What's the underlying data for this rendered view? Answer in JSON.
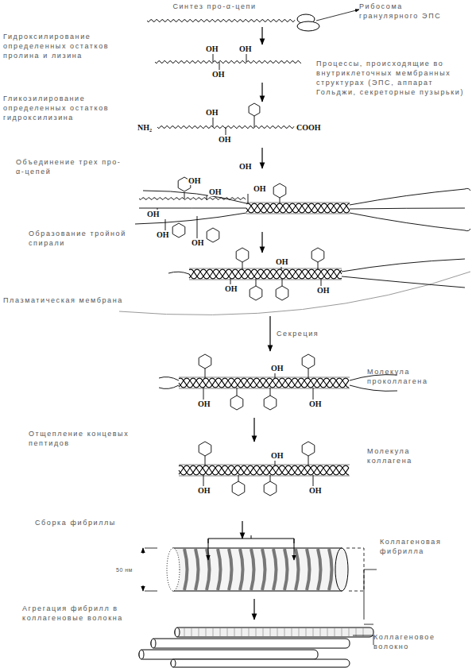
{
  "diagram": {
    "labels": [
      "Синтез про-α-цепи",
      "Рибосома гранулярного ЭПС",
      "Гидроксилирование определенных остатков пролина и лизина",
      "OH",
      "OH",
      "Процессы, происходящие во внутриклеточных мембранных структурах (ЭПС, аппарат Гольджи, секреторные пузырьки)",
      "OH",
      "Гликозилирование определенных остатков гидроксилизина",
      "OH",
      "NH₂",
      "COOH",
      "OH",
      "Объединение трех про-α-цепей",
      "OH",
      "OH",
      "OH",
      "OH",
      "OH",
      "OH",
      "OH",
      "Образование тройной спирали",
      "OH",
      "OH",
      "OH",
      "Плазматическая мембрана",
      "Секреция",
      "OH",
      "Молекула проколлагена",
      "OH",
      "OH",
      "Отщепление концевых пептидов",
      "Молекула коллагена",
      "OH",
      "OH",
      "OH",
      "Сборка фибриллы",
      "Коллагеновая фибрилла",
      "50 нм",
      "Агрегация фибрилл в коллагеновые волокна",
      "Коллагеновое волокно"
    ]
  }
}
